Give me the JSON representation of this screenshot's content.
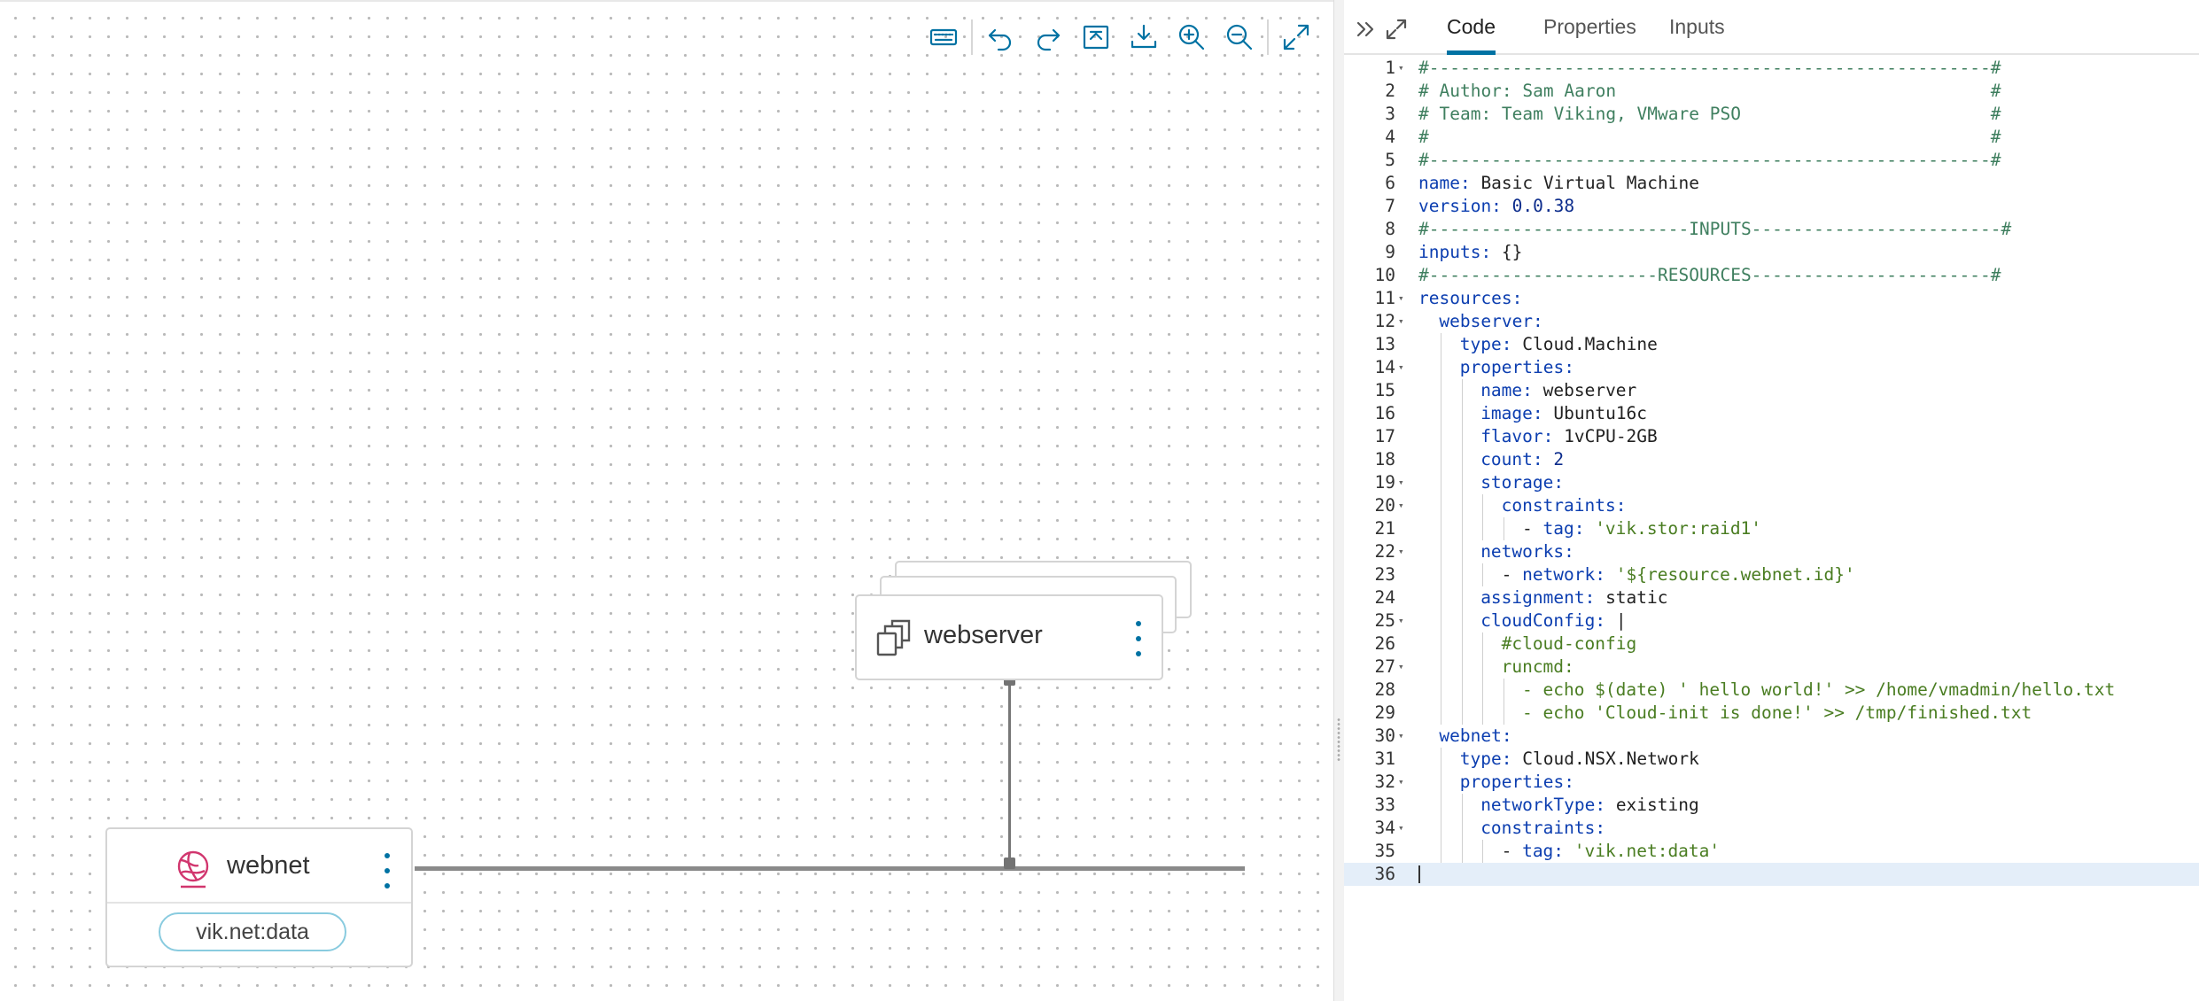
{
  "toolbar": {
    "buttons": [
      "keyboard-icon",
      "undo-icon",
      "redo-icon",
      "fit-to-page-icon",
      "download-icon",
      "zoom-in-icon",
      "zoom-out-icon",
      "fullscreen-icon"
    ]
  },
  "canvas": {
    "webserver_node": {
      "title": "webserver",
      "icon": "machine-cluster-icon"
    },
    "webnet_node": {
      "title": "webnet",
      "icon": "network-globe-icon",
      "tag": "vik.net:data"
    }
  },
  "panel": {
    "tabs": [
      {
        "label": "Code",
        "active": true
      },
      {
        "label": "Properties",
        "active": false
      },
      {
        "label": "Inputs",
        "active": false
      }
    ],
    "header_icons": [
      "collapse-panel-icon",
      "expand-panel-icon"
    ],
    "colors": {
      "accent": "#0072a3",
      "comment": "#3f7f5f",
      "key": "#0c3eb0",
      "string": "#4a7d22",
      "current_line": "#e4eef9"
    }
  },
  "code": {
    "current_line": 36,
    "lines": [
      {
        "n": "1",
        "fold": true,
        "indent": 0,
        "tokens": [
          [
            "comment",
            "#------------------------------------------------------#"
          ]
        ]
      },
      {
        "n": "2",
        "fold": false,
        "indent": 0,
        "tokens": [
          [
            "comment",
            "# Author: Sam Aaron                                    #"
          ]
        ]
      },
      {
        "n": "3",
        "fold": false,
        "indent": 0,
        "tokens": [
          [
            "comment",
            "# Team: Team Viking, VMware PSO                        #"
          ]
        ]
      },
      {
        "n": "4",
        "fold": false,
        "indent": 0,
        "tokens": [
          [
            "comment",
            "#                                                      #"
          ]
        ]
      },
      {
        "n": "5",
        "fold": false,
        "indent": 0,
        "tokens": [
          [
            "comment",
            "#------------------------------------------------------#"
          ]
        ]
      },
      {
        "n": "6",
        "fold": false,
        "indent": 0,
        "tokens": [
          [
            "key",
            "name:"
          ],
          [
            "plain",
            " Basic Virtual Machine"
          ]
        ]
      },
      {
        "n": "7",
        "fold": false,
        "indent": 0,
        "tokens": [
          [
            "key",
            "version:"
          ],
          [
            "num",
            " 0.0.38"
          ]
        ]
      },
      {
        "n": "8",
        "fold": false,
        "indent": 0,
        "tokens": [
          [
            "comment",
            "#-------------------------INPUTS------------------------#"
          ]
        ]
      },
      {
        "n": "9",
        "fold": false,
        "indent": 0,
        "tokens": [
          [
            "key",
            "inputs:"
          ],
          [
            "plain",
            " {}"
          ]
        ]
      },
      {
        "n": "10",
        "fold": false,
        "indent": 0,
        "tokens": [
          [
            "comment",
            "#----------------------RESOURCES-----------------------#"
          ]
        ]
      },
      {
        "n": "11",
        "fold": true,
        "indent": 0,
        "tokens": [
          [
            "key",
            "resources:"
          ]
        ]
      },
      {
        "n": "12",
        "fold": true,
        "indent": 1,
        "tokens": [
          [
            "key",
            "webserver:"
          ]
        ]
      },
      {
        "n": "13",
        "fold": false,
        "indent": 2,
        "tokens": [
          [
            "key",
            "type:"
          ],
          [
            "plain",
            " Cloud.Machine"
          ]
        ]
      },
      {
        "n": "14",
        "fold": true,
        "indent": 2,
        "tokens": [
          [
            "key",
            "properties:"
          ]
        ]
      },
      {
        "n": "15",
        "fold": false,
        "indent": 3,
        "tokens": [
          [
            "key",
            "name:"
          ],
          [
            "plain",
            " webserver"
          ]
        ]
      },
      {
        "n": "16",
        "fold": false,
        "indent": 3,
        "tokens": [
          [
            "key",
            "image:"
          ],
          [
            "plain",
            " Ubuntu16c"
          ]
        ]
      },
      {
        "n": "17",
        "fold": false,
        "indent": 3,
        "tokens": [
          [
            "key",
            "flavor:"
          ],
          [
            "plain",
            " 1vCPU-2GB"
          ]
        ]
      },
      {
        "n": "18",
        "fold": false,
        "indent": 3,
        "tokens": [
          [
            "key",
            "count:"
          ],
          [
            "num",
            " 2"
          ]
        ]
      },
      {
        "n": "19",
        "fold": true,
        "indent": 3,
        "tokens": [
          [
            "key",
            "storage:"
          ]
        ]
      },
      {
        "n": "20",
        "fold": true,
        "indent": 4,
        "tokens": [
          [
            "key",
            "constraints:"
          ]
        ]
      },
      {
        "n": "21",
        "fold": false,
        "indent": 5,
        "tokens": [
          [
            "plain",
            "- "
          ],
          [
            "key",
            "tag:"
          ],
          [
            "str",
            " 'vik.stor:raid1'"
          ]
        ]
      },
      {
        "n": "22",
        "fold": true,
        "indent": 3,
        "tokens": [
          [
            "key",
            "networks:"
          ]
        ]
      },
      {
        "n": "23",
        "fold": false,
        "indent": 4,
        "tokens": [
          [
            "plain",
            "- "
          ],
          [
            "key",
            "network:"
          ],
          [
            "str",
            " '${resource.webnet.id}'"
          ]
        ]
      },
      {
        "n": "24",
        "fold": false,
        "indent": 3,
        "tokens": [
          [
            "key",
            "assignment:"
          ],
          [
            "plain",
            " static"
          ]
        ]
      },
      {
        "n": "25",
        "fold": true,
        "indent": 3,
        "tokens": [
          [
            "key",
            "cloudConfig:"
          ],
          [
            "plain",
            " |"
          ]
        ]
      },
      {
        "n": "26",
        "fold": false,
        "indent": 4,
        "tokens": [
          [
            "str",
            "#cloud-config"
          ]
        ]
      },
      {
        "n": "27",
        "fold": true,
        "indent": 4,
        "tokens": [
          [
            "str",
            "runcmd:"
          ]
        ]
      },
      {
        "n": "28",
        "fold": false,
        "indent": 5,
        "tokens": [
          [
            "str",
            "- echo $(date) ' hello world!' >> /home/vmadmin/hello.txt"
          ]
        ]
      },
      {
        "n": "29",
        "fold": false,
        "indent": 5,
        "tokens": [
          [
            "str",
            "- echo 'Cloud-init is done!' >> /tmp/finished.txt"
          ]
        ]
      },
      {
        "n": "30",
        "fold": true,
        "indent": 1,
        "tokens": [
          [
            "key",
            "webnet:"
          ]
        ]
      },
      {
        "n": "31",
        "fold": false,
        "indent": 2,
        "tokens": [
          [
            "key",
            "type:"
          ],
          [
            "plain",
            " Cloud.NSX.Network"
          ]
        ]
      },
      {
        "n": "32",
        "fold": true,
        "indent": 2,
        "tokens": [
          [
            "key",
            "properties:"
          ]
        ]
      },
      {
        "n": "33",
        "fold": false,
        "indent": 3,
        "tokens": [
          [
            "key",
            "networkType:"
          ],
          [
            "plain",
            " existing"
          ]
        ]
      },
      {
        "n": "34",
        "fold": true,
        "indent": 3,
        "tokens": [
          [
            "key",
            "constraints:"
          ]
        ]
      },
      {
        "n": "35",
        "fold": false,
        "indent": 4,
        "tokens": [
          [
            "plain",
            "- "
          ],
          [
            "key",
            "tag:"
          ],
          [
            "str",
            " 'vik.net:data'"
          ]
        ]
      },
      {
        "n": "36",
        "fold": false,
        "indent": 0,
        "tokens": []
      }
    ]
  }
}
